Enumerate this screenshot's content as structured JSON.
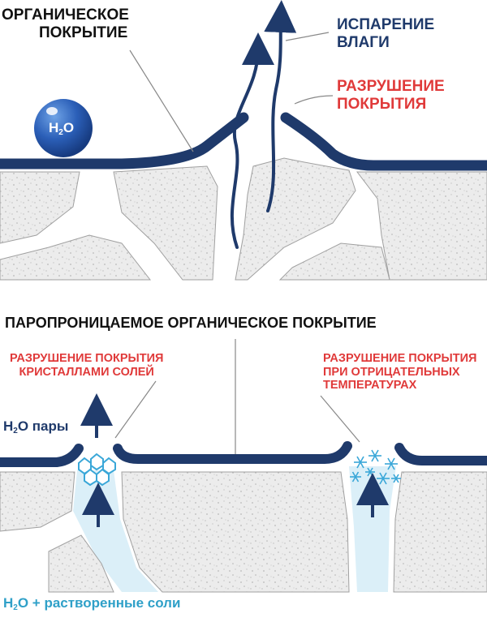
{
  "top": {
    "coating_label_line1": "ОРГАНИЧЕСКОЕ",
    "coating_label_line2": "ПОКРЫТИЕ",
    "evaporation_line1": "ИСПАРЕНИЕ",
    "evaporation_line2": "ВЛАГИ",
    "destruction_line1": "РАЗРУШЕНИЕ",
    "destruction_line2": "ПОКРЫТИЯ",
    "droplet_text": "H",
    "droplet_sub": "2",
    "droplet_tail": "O"
  },
  "bottom": {
    "title": "ПАРОПРОНИЦАЕМОЕ ОРГАНИЧЕСКОЕ ПОКРЫТИЕ",
    "salt_line1": "РАЗРУШЕНИЕ ПОКРЫТИЯ",
    "salt_line2": "КРИСТАЛЛАМИ СОЛЕЙ",
    "frost_line1": "РАЗРУШЕНИЕ ПОКРЫТИЯ",
    "frost_line2": "ПРИ ОТРИЦАТЕЛЬНЫХ",
    "frost_line3": "ТЕМПЕРАТУРАХ",
    "vapor_h": "H",
    "vapor_sub": "2",
    "vapor_rest": "O пары",
    "solution_h": "H",
    "solution_sub": "2",
    "solution_rest": "O + растворенные соли"
  },
  "colors": {
    "navy": "#1f3a6b",
    "red": "#e03a3a",
    "cyan": "#2fa0c8",
    "stone": "#ececec",
    "water": "#dbeff8"
  }
}
